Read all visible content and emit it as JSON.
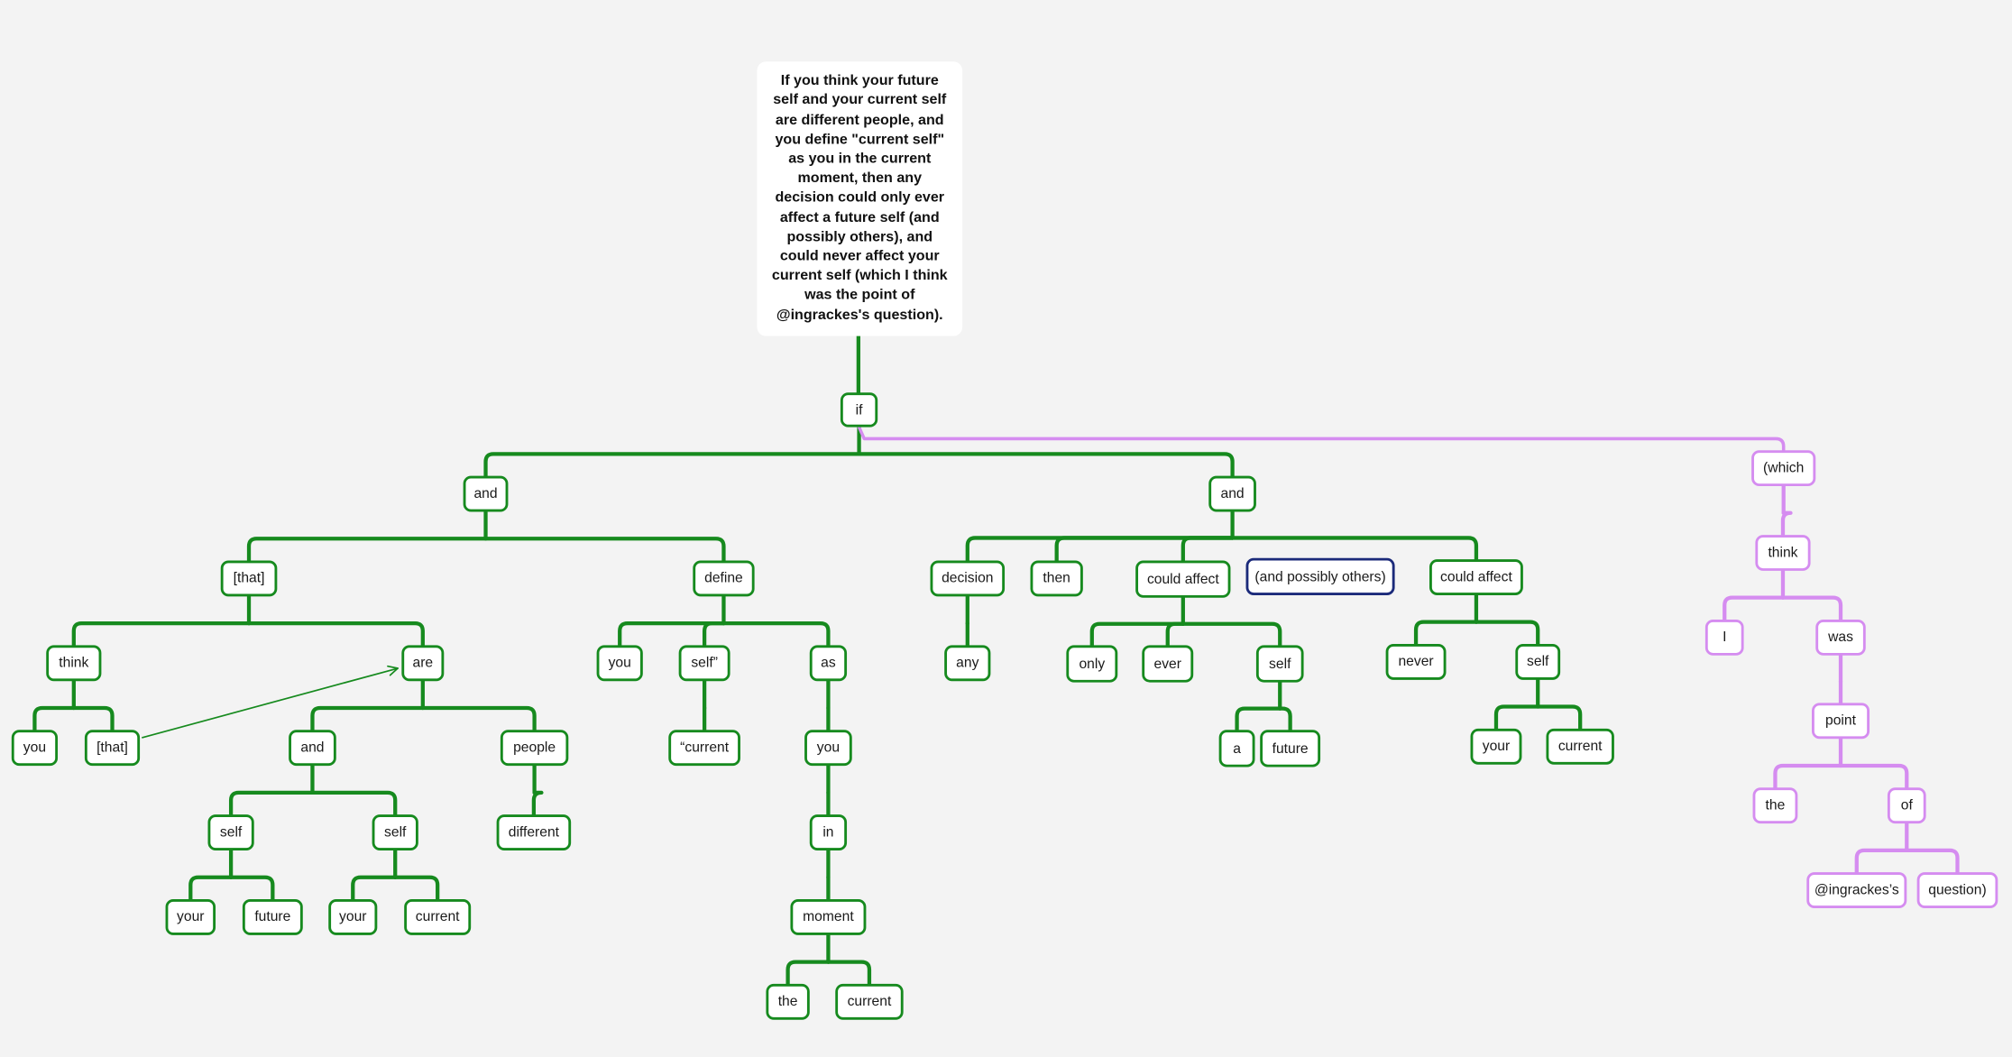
{
  "root_text": "If you think your future self and your current self are different people, and you define \"current self\" as you in the current moment, then any decision could only ever affect a future self (and possibly others), and could never affect your current self (which I think was the point of @ingrackes's question).",
  "colors": {
    "background": "#f3f3f3",
    "tree": "#168a1e",
    "parenthetical": "#d58cf0",
    "highlight": "#1b2a7a"
  },
  "nodes": {
    "if": "if",
    "and_left": "and",
    "that_a": "[that]",
    "think_a": "think",
    "you_a": "you",
    "that_b": "[that]",
    "are": "are",
    "and_inner": "and",
    "self_a": "self",
    "your_a": "your",
    "future_a": "future",
    "self_b": "self",
    "your_b": "your",
    "current_a": "current",
    "people": "people",
    "different": "different",
    "define": "define",
    "you_b": "you",
    "self_quote": "self”",
    "current_quote": "“current",
    "as": "as",
    "you_c": "you",
    "in": "in",
    "moment": "moment",
    "the_a": "the",
    "current_b": "current",
    "and_right": "and",
    "decision": "decision",
    "any": "any",
    "then": "then",
    "could_affect_a": "could affect",
    "only": "only",
    "ever": "ever",
    "self_c": "self",
    "a": "a",
    "future_b": "future",
    "possibly_others": "(and possibly others)",
    "could_affect_b": "could affect",
    "never": "never",
    "self_d": "self",
    "your_c": "your",
    "current_c": "current",
    "which": "(which",
    "think_b": "think",
    "i": "I",
    "was": "was",
    "point": "point",
    "the_b": "the",
    "of": "of",
    "ingrackes": "@ingrackes’s",
    "question": "question)"
  }
}
